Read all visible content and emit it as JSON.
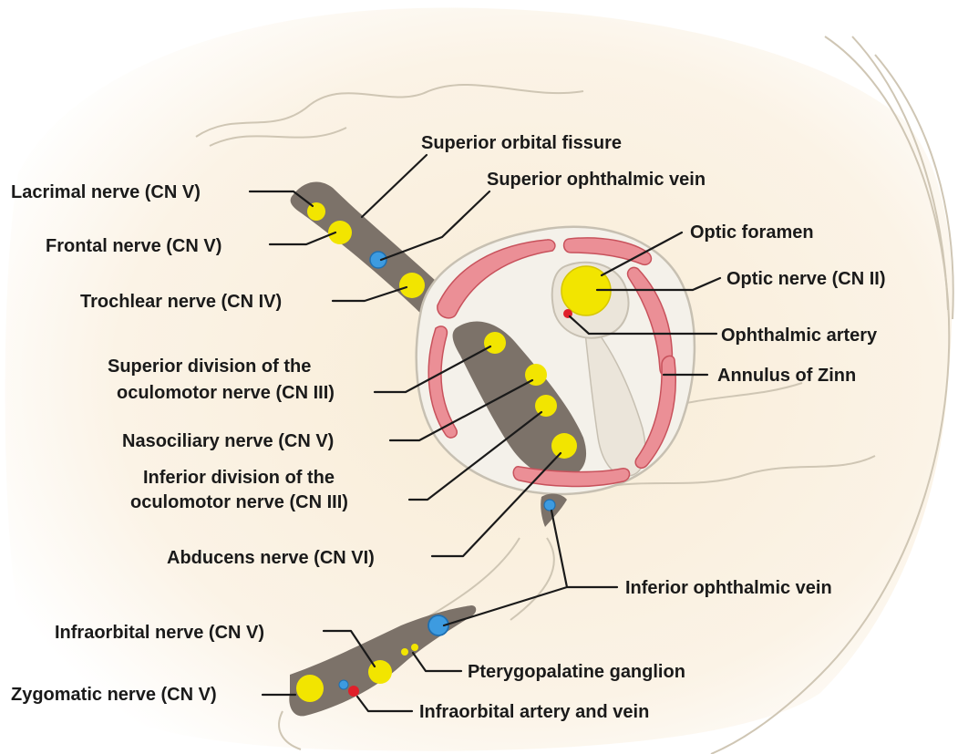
{
  "labels": {
    "superior_orbital_fissure": "Superior orbital fissure",
    "superior_ophthalmic_vein": "Superior ophthalmic vein",
    "lacrimal_nerve": "Lacrimal nerve (CN V)",
    "frontal_nerve": "Frontal nerve (CN V)",
    "trochlear_nerve": "Trochlear nerve (CN IV)",
    "optic_foramen": "Optic foramen",
    "optic_nerve": "Optic nerve (CN II)",
    "ophthalmic_artery": "Ophthalmic artery",
    "annulus_of_zinn": "Annulus of Zinn",
    "superior_division_line1": "Superior division of the",
    "superior_division_line2": "oculomotor nerve (CN III)",
    "nasociliary_nerve": "Nasociliary nerve (CN V)",
    "inferior_division_line1": "Inferior division of the",
    "inferior_division_line2": "oculomotor nerve (CN III)",
    "abducens_nerve": "Abducens nerve (CN VI)",
    "inferior_ophthalmic_vein": "Inferior ophthalmic vein",
    "infraorbital_nerve": "Infraorbital nerve (CN V)",
    "pterygopalatine_ganglion": "Pterygopalatine ganglion",
    "zygomatic_nerve": "Zygomatic nerve (CN V)",
    "infraorbital_artery_vein": "Infraorbital artery and vein"
  },
  "colors": {
    "nerve": "#f2e500",
    "vein": "#3d9be0",
    "artery": "#e0202a",
    "fissure": "#7c7269",
    "muscle": "#eb8f96",
    "muscle_outline": "#c8525c",
    "annulus_ring": "#f4f1ea",
    "background": "#f7ecd8"
  }
}
